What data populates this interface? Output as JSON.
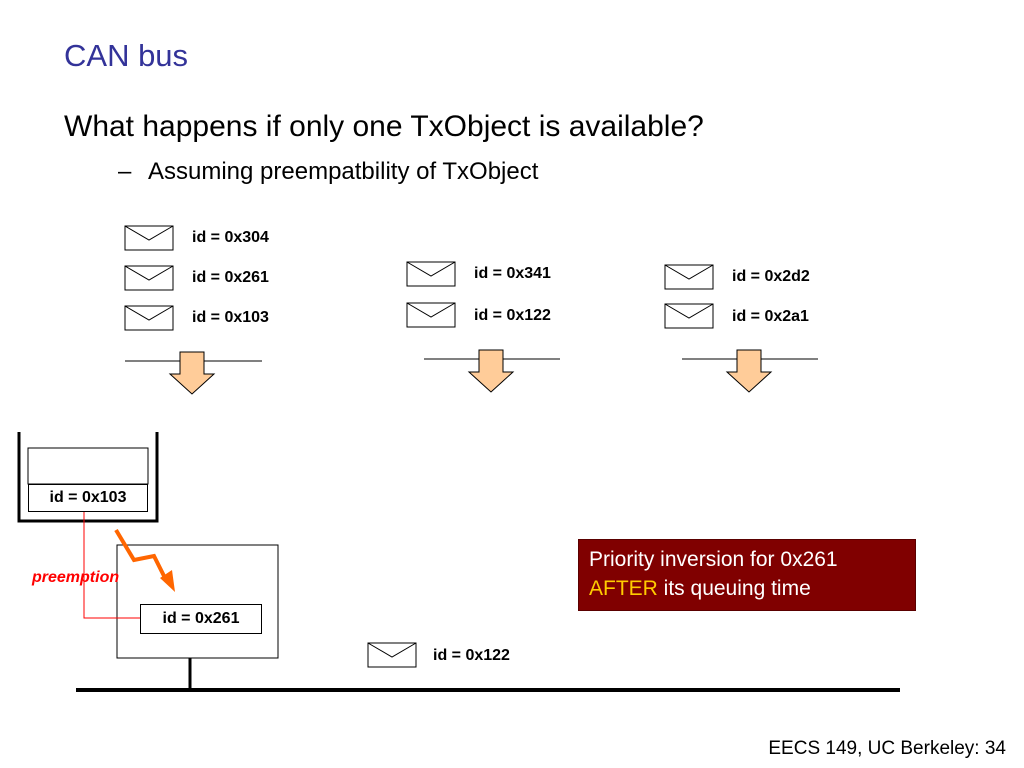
{
  "slide": {
    "title": "CAN bus",
    "bullet": "What happens if only one TxObject is available?",
    "subbullet_dash": "–",
    "subbullet": "Assuming preempatbility of TxObject"
  },
  "queues": {
    "left": [
      "id = 0x304",
      "id = 0x261",
      "id = 0x103"
    ],
    "middle": [
      "id = 0x341",
      "id = 0x122"
    ],
    "right": [
      "id = 0x2d2",
      "id = 0x2a1"
    ]
  },
  "txobject_slot": "id = 0x103",
  "controller_slot": "id = 0x261",
  "preemption_label": "preemption",
  "bus_message": "id = 0x122",
  "callout": {
    "line1": "Priority inversion for 0x261",
    "highlight": "AFTER",
    "rest": " its queuing time"
  },
  "footer": "EECS 149, UC Berkeley: 34",
  "colors": {
    "title": "#333399",
    "callout_bg": "#800000",
    "callout_highlight": "#ffcc00",
    "preemption": "#ff0000",
    "arrow_fill": "#ffcc99",
    "lightning": "#ff6600"
  }
}
